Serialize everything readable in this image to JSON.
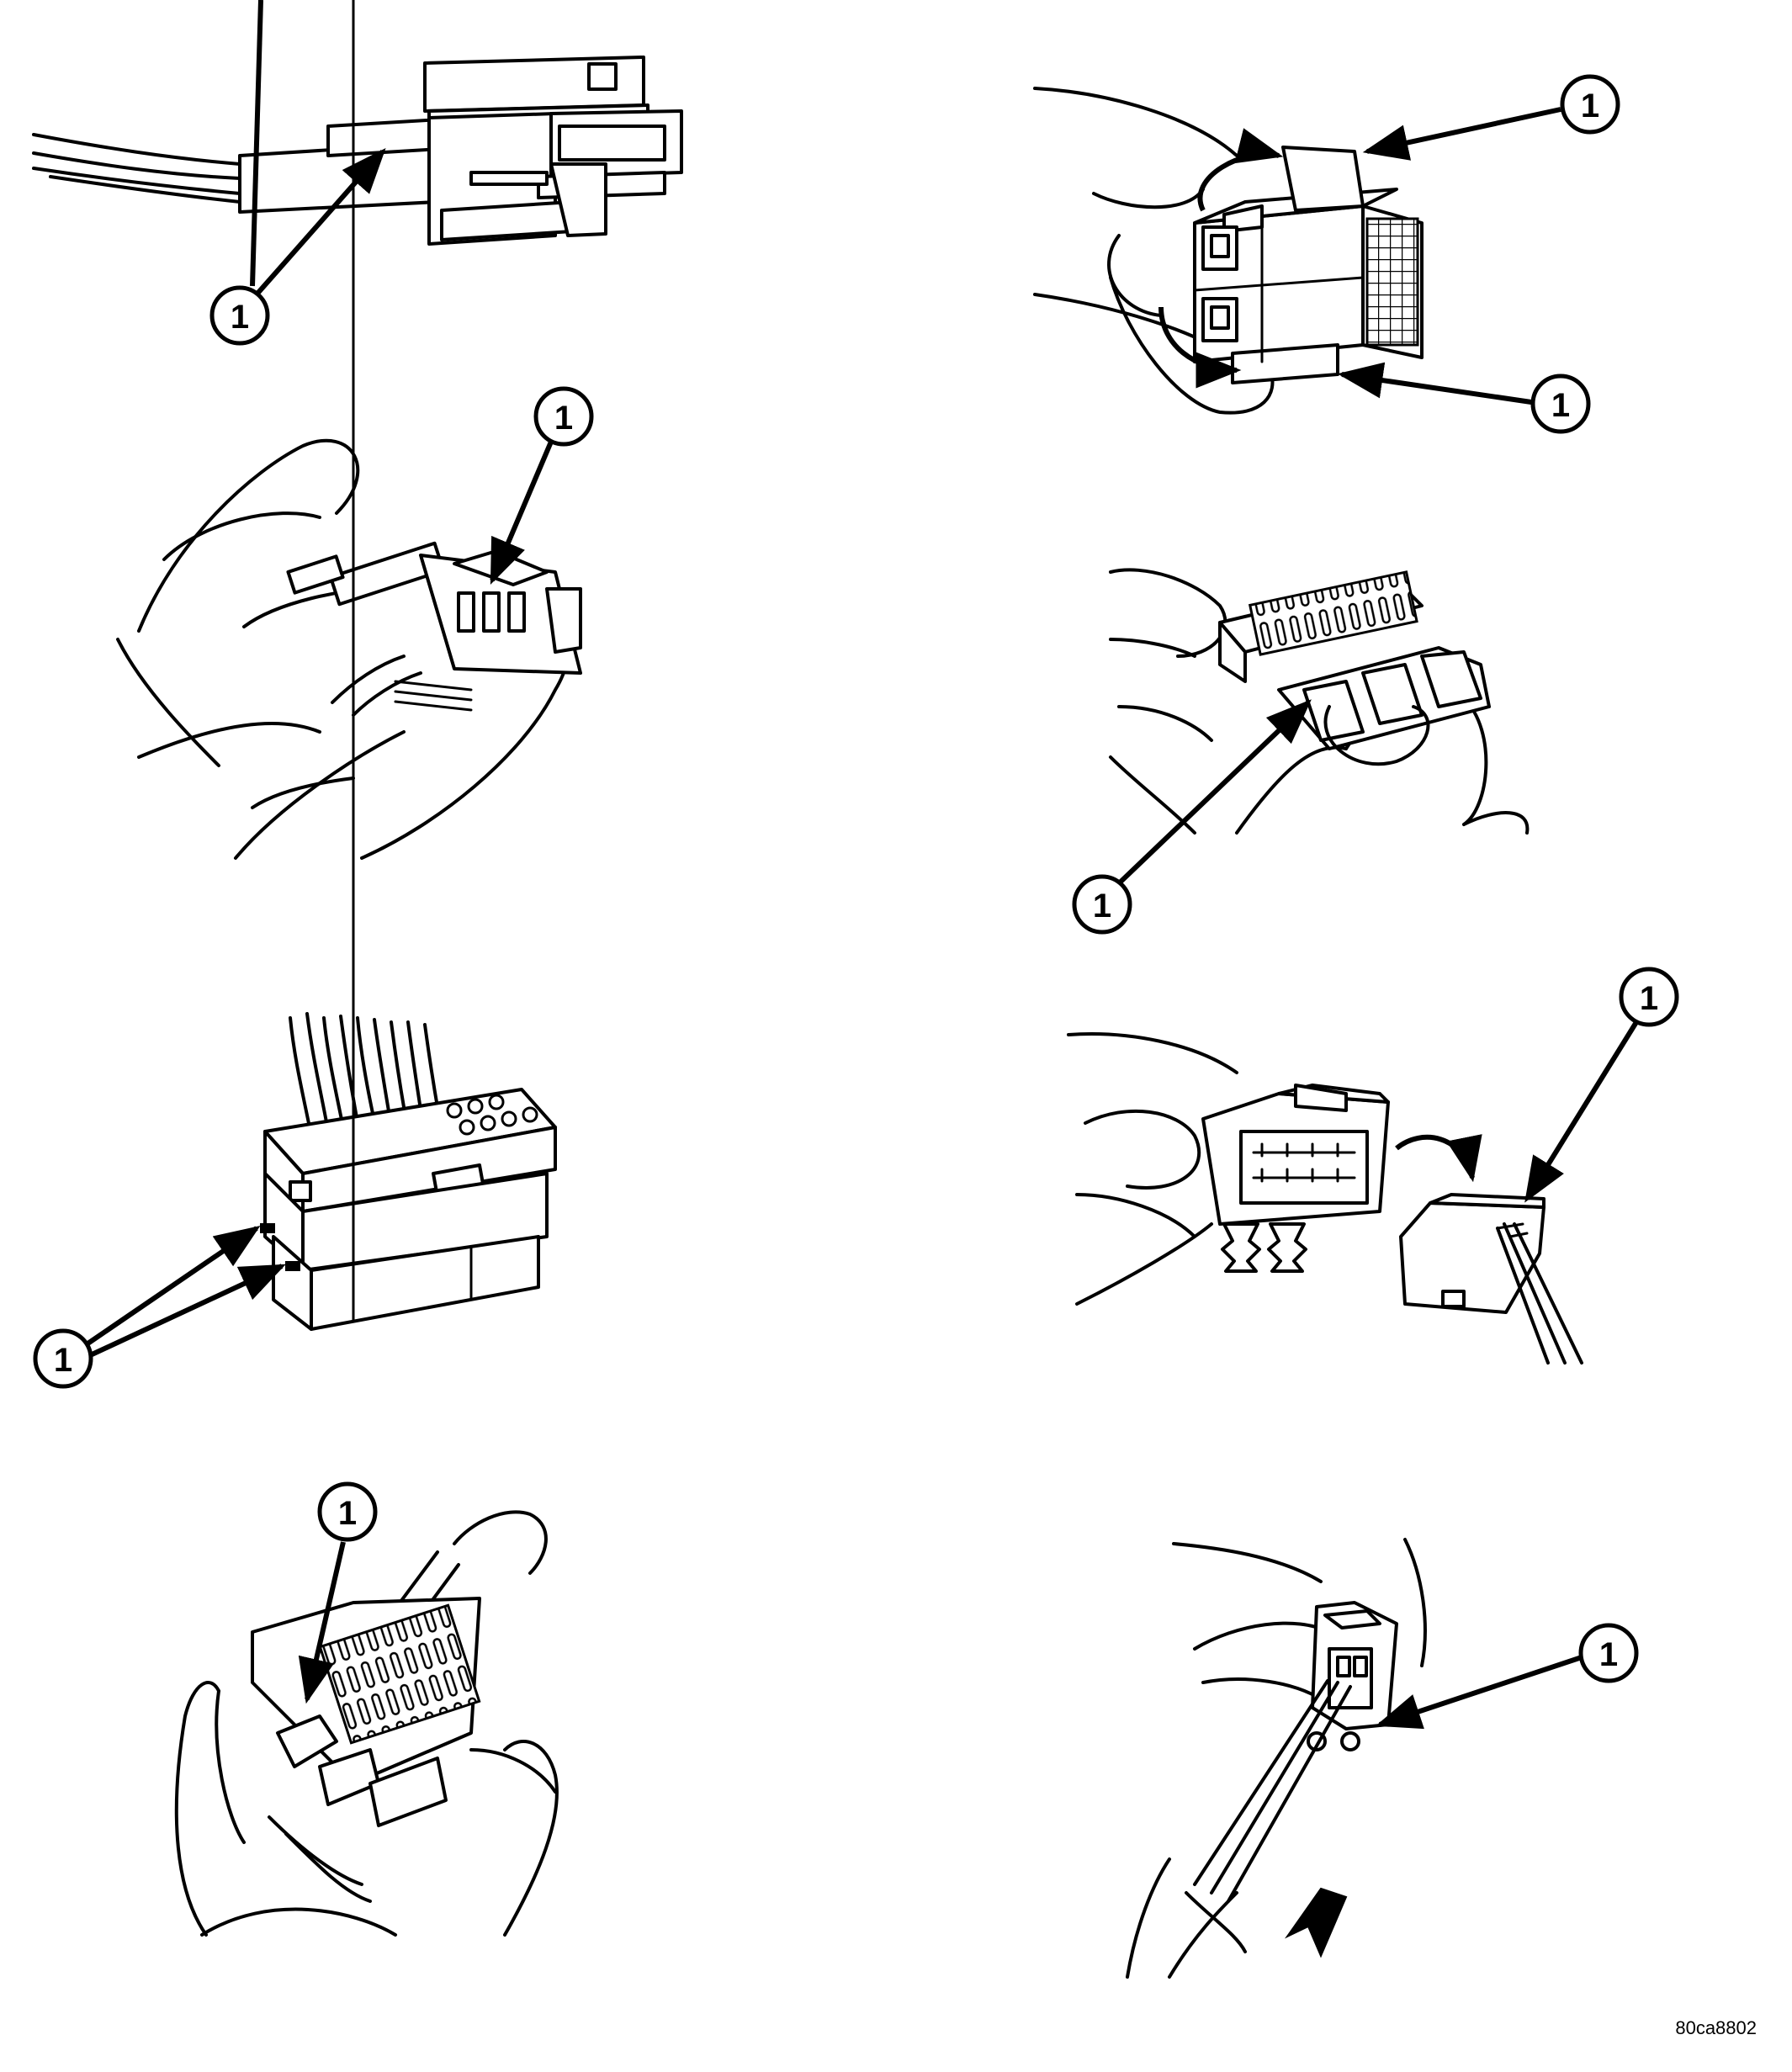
{
  "figure_id": "80ca8802",
  "callout_label": "1",
  "panels": [
    {
      "name": "panel-connector-lock-side-view",
      "callouts": 1
    },
    {
      "name": "panel-connector-latch-tabs",
      "callouts": 2
    },
    {
      "name": "panel-pry-lock-with-tool",
      "callouts": 1
    },
    {
      "name": "panel-remove-terminal-position-assurance",
      "callouts": 1
    },
    {
      "name": "panel-connector-locking-tabs",
      "callouts": 2
    },
    {
      "name": "panel-release-secondary-lock",
      "callouts": 1
    },
    {
      "name": "panel-screwdriver-release-tab",
      "callouts": 1
    },
    {
      "name": "panel-pick-tool-terminal-removal",
      "callouts": 1
    }
  ]
}
